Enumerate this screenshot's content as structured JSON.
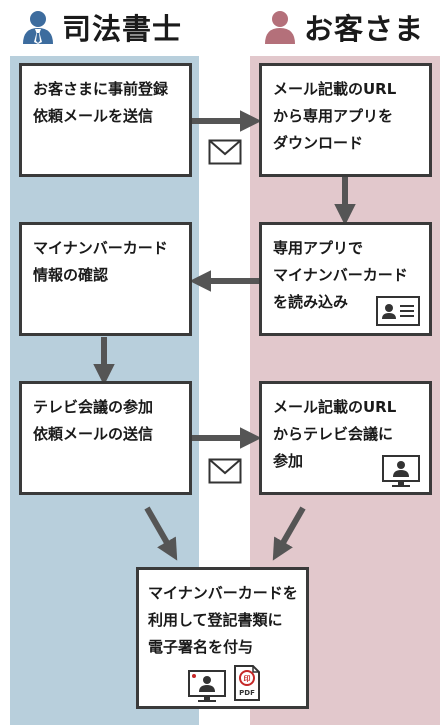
{
  "lanes": {
    "left": {
      "title": "司法書士",
      "icon": "person-icon",
      "color": "#b8cfdc",
      "icon_color": "#3d6c9e"
    },
    "right": {
      "title": "お客さま",
      "icon": "person-icon",
      "color": "#e2c8cc",
      "icon_color": "#b4707a"
    }
  },
  "steps": {
    "send_registration_mail": {
      "lines": [
        "お客さまに事前登録",
        "依頼メールを送信"
      ]
    },
    "download_app": {
      "lines": [
        "メール記載のURL",
        "から専用アプリを",
        "ダウンロード"
      ]
    },
    "read_card": {
      "lines": [
        "専用アプリで",
        "マイナンバーカード",
        "を読み込み"
      ]
    },
    "check_card_info": {
      "lines": [
        "マイナンバーカード",
        "情報の確認"
      ]
    },
    "send_meeting_mail": {
      "lines": [
        "テレビ会議の参加",
        "依頼メールの送信"
      ]
    },
    "join_meeting": {
      "lines": [
        "メール記載のURL",
        "からテレビ会議に",
        "参加"
      ]
    },
    "sign_documents": {
      "lines": [
        "マイナンバーカードを",
        "利用して登記書類に",
        "電子署名を付与"
      ]
    }
  },
  "icons": {
    "mail": "envelope-icon",
    "id_card": "id-card-icon",
    "video_call": "video-call-icon",
    "pdf": "pdf-seal-icon",
    "pdf_label": "PDF",
    "seal_char": "印"
  },
  "colors": {
    "arrow": "#555555",
    "box_border": "#3a3a3a",
    "seal": "#c62828"
  }
}
